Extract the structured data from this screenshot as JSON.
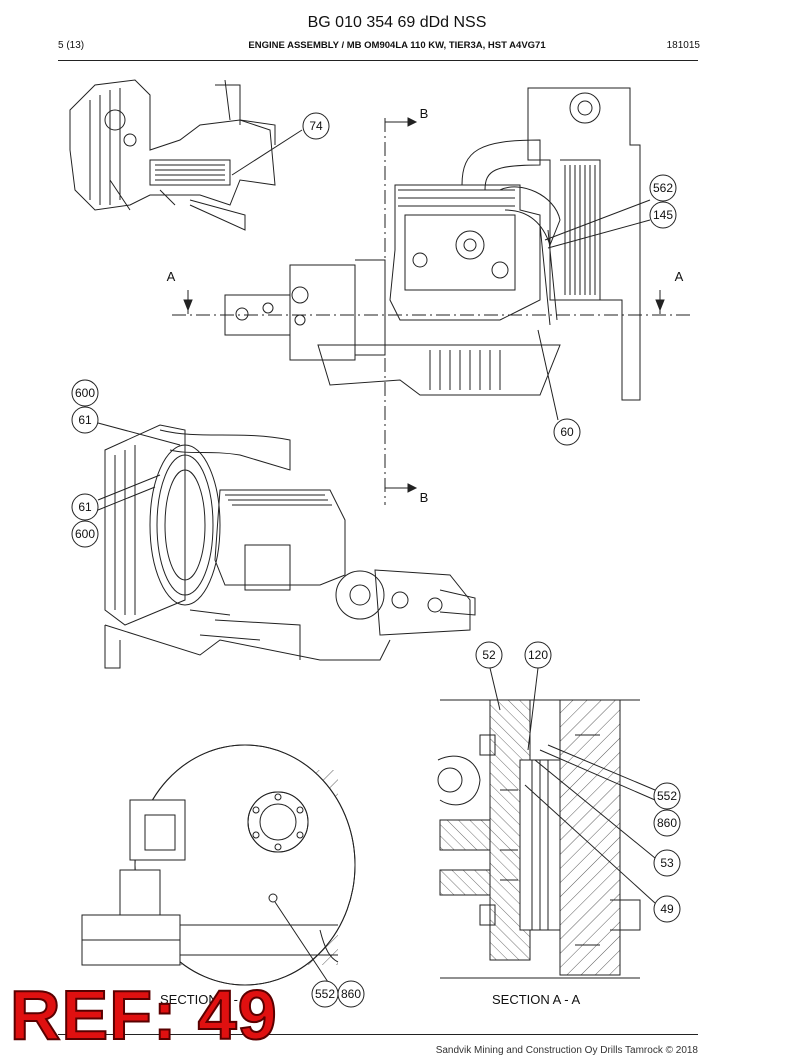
{
  "header": {
    "doc_code": "BG 010 354 69 dDd NSS",
    "page": "5 (13)",
    "title": "ENGINE ASSEMBLY / MB OM904LA 110 KW, TIER3A, HST A4VG71",
    "doc_number": "181015"
  },
  "section_markers": {
    "a_left": "A",
    "a_right": "A",
    "b_top": "B",
    "b_bottom": "B"
  },
  "callouts": {
    "c74": "74",
    "c562": "562",
    "c145": "145",
    "c60": "60",
    "c600a": "600",
    "c61a": "61",
    "c61b": "61",
    "c600b": "600",
    "c52": "52",
    "c120": "120",
    "c552a": "552",
    "c860a": "860",
    "c53": "53",
    "c49": "49",
    "c552b": "552",
    "c860b": "860"
  },
  "sections": {
    "left": "SECTION B - B",
    "right": "SECTION A - A"
  },
  "footer": {
    "copyright": "Sandvik Mining and Construction Oy Drills Tamrock © 2018"
  },
  "stamp": {
    "text": "REF: 49"
  },
  "colors": {
    "stamp_fill": "#e01010",
    "line": "#222222"
  }
}
